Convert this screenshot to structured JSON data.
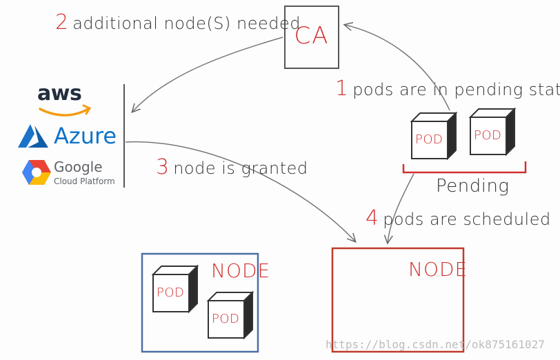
{
  "steps": {
    "step1": {
      "num": "1",
      "text": "pods are in pending state"
    },
    "step2": {
      "num": "2",
      "text": "additional node(S) needed"
    },
    "step3": {
      "num": "3",
      "text": "node is granted"
    },
    "step4": {
      "num": "4",
      "text": "pods are scheduled"
    }
  },
  "ca": {
    "label": "CA"
  },
  "providers": {
    "aws": "aws",
    "azure": "Azure",
    "gcp_name": "Google",
    "gcp_sub": "Cloud Platform"
  },
  "pending": {
    "label": "Pending"
  },
  "pod_label": "POD",
  "node_label": "NODE",
  "colors": {
    "accent_red": "#d32f2f",
    "blue_node": "#4a6fa5",
    "red_node": "#c0392b",
    "ink": "#555555"
  },
  "watermark": "https://blog.csdn.net/ok875161027"
}
